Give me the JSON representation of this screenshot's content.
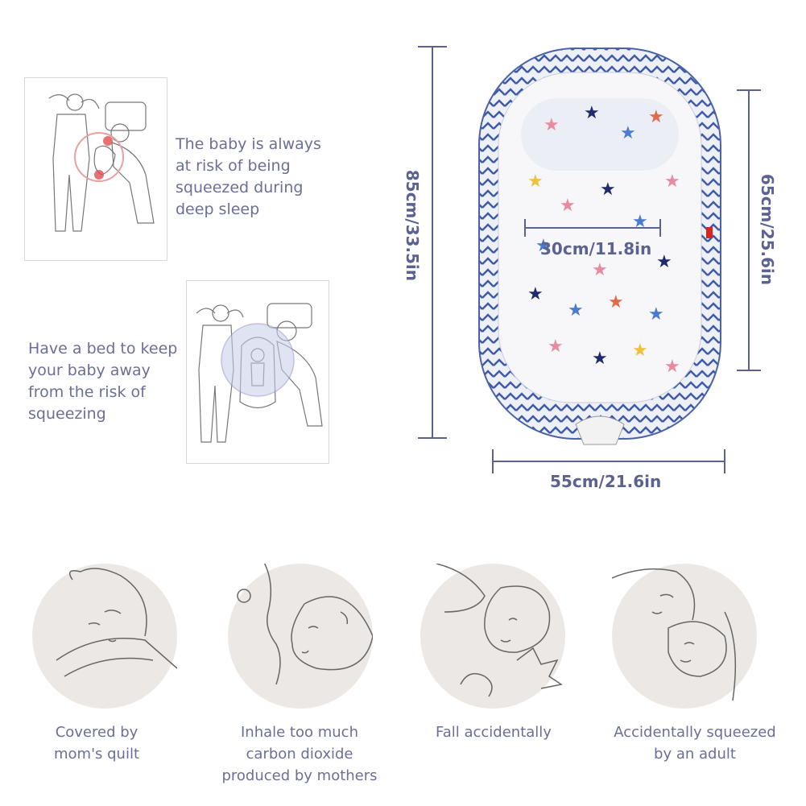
{
  "top_left": {
    "caption": [
      "The baby is always",
      "at risk of being",
      "squeezed during",
      "deep sleep"
    ]
  },
  "middle_left": {
    "caption": [
      "Have a bed to keep",
      "your baby away",
      "from the risk of",
      "squeezing"
    ]
  },
  "product": {
    "height_label": "85cm/33.5in",
    "inner_width_label": "30cm/11.8in",
    "inner_height_label": "65cm/25.6in",
    "width_label": "55cm/21.6in"
  },
  "risks": [
    {
      "name": "covered-by-quilt",
      "lines": [
        "Covered by",
        "mom's quilt"
      ]
    },
    {
      "name": "inhale-co2",
      "lines": [
        "Inhale too much",
        "carbon dioxide",
        "produced by mothers"
      ]
    },
    {
      "name": "fall",
      "lines": [
        "Fall accidentally"
      ]
    },
    {
      "name": "squeezed",
      "lines": [
        "Accidentally squeezed",
        "by an adult"
      ]
    }
  ],
  "colors": {
    "text": "#6a6f9a",
    "dimension": "#5b6290",
    "circle_bg": "#ece8e6",
    "nest_border": "#4a63a8"
  }
}
